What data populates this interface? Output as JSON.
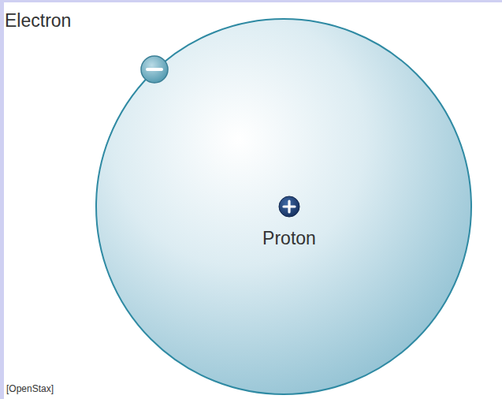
{
  "diagram": {
    "labels": [
      "Electron",
      "Proton",
      "[OpenStax]"
    ]
  }
}
